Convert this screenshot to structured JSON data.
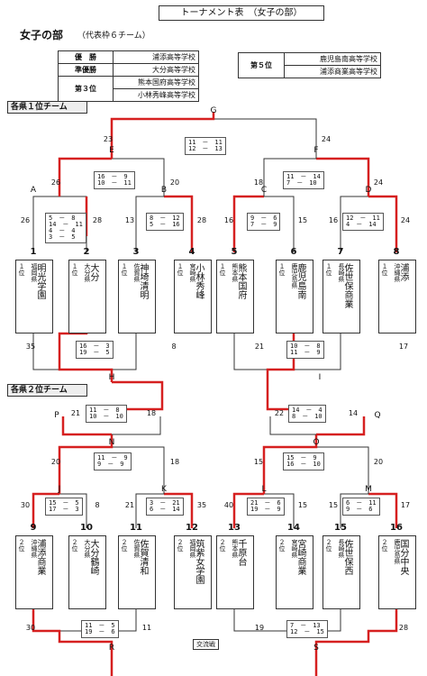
{
  "header": {
    "title": "トーナメント表　（女子の部）",
    "subtitle": "女子の部",
    "subtitle2": "（代表枠６チーム）"
  },
  "results": {
    "winner_label": "優　勝",
    "winner": "浦添高等学校",
    "runnerup_label": "準優勝",
    "runnerup": "大分高等学校",
    "third_label": "第３位",
    "third_1": "熊本国府高等学校",
    "third_2": "小林秀峰高等学校",
    "fifth_label": "第５位",
    "fifth_1": "鹿児島南高等学校",
    "fifth_2": "浦添商業高等学校"
  },
  "sections": {
    "first": "各県１位チーム",
    "second": "各県２位チーム",
    "exchange": "交流戦"
  },
  "top": {
    "nodes": {
      "G": "G",
      "E": "E",
      "F": "F",
      "A": "A",
      "B": "B",
      "C": "C",
      "D": "D",
      "H": "H",
      "I": "I"
    },
    "G_left": "23",
    "G_right": "24",
    "G_score": "11　－　11\n12　－　13",
    "E_left": "26",
    "E_right": "20",
    "E_score": "16　－　9\n10　－　11",
    "F_left": "18",
    "F_right": "24",
    "F_score": "11　－　14\n7　－　10",
    "A_left": "26",
    "A_right": "28",
    "A_score": "5　－　8\n14　－　11\n4　－　4\n3　－　5",
    "B_left": "13",
    "B_right": "28",
    "B_score": "8　－　12\n5　－　16",
    "C_left": "16",
    "C_right": "15",
    "C_score": "9　－　6\n7　－　9",
    "D_left": "16",
    "D_right": "24",
    "D_score": "12　－　11\n4　－　14",
    "H_left": "35",
    "H_right": "8",
    "H_score": "16　－　3\n19　－　5",
    "I_left": "21",
    "I_right": "17",
    "I_score": "10　－　8\n11　－　9",
    "teams": [
      {
        "num": "1",
        "pref": "福岡県\n\n１位",
        "school": "明光学園"
      },
      {
        "num": "2",
        "pref": "大分県\n\n１位",
        "school": "大分"
      },
      {
        "num": "3",
        "pref": "佐賀県\n\n１位",
        "school": "神埼清明"
      },
      {
        "num": "4",
        "pref": "宮崎県\n\n１位",
        "school": "小林秀峰"
      },
      {
        "num": "5",
        "pref": "熊本県\n\n１位",
        "school": "熊本国府"
      },
      {
        "num": "6",
        "pref": "鹿児島県\n\n１位",
        "school": "鹿児島南"
      },
      {
        "num": "7",
        "pref": "長崎県\n\n１位",
        "school": "佐世保商業"
      },
      {
        "num": "8",
        "pref": "沖縄県\n\n１位",
        "school": "浦添"
      }
    ]
  },
  "bottom": {
    "nodes": {
      "P": "P",
      "Q": "Q",
      "N": "N",
      "O": "O",
      "J": "J",
      "K": "K",
      "L": "L",
      "M": "M",
      "R": "R",
      "S": "S"
    },
    "P_left": "21",
    "P_right": "18",
    "P_score": "11　－　8\n10　－　10",
    "Q_left": "22",
    "Q_right": "14",
    "Q_score": "14　－　4\n8　－　10",
    "N_left": "20",
    "N_right": "18",
    "N_score": "11　－　9\n9　－　9",
    "O_left": "15",
    "O_right": "20",
    "O_score": "15　－　9\n16　－　10",
    "J_left": "30",
    "J_right": "8",
    "J_score": "15　－　5\n17　－　3",
    "K_left": "21",
    "K_right": "35",
    "K_score": "3　－　21\n6　－　14",
    "L_left": "40",
    "L_right": "15",
    "L_score": "21　－　6\n19　－　9",
    "M_left": "15",
    "M_right": "17",
    "M_score": "6　－　11\n9　－　6",
    "R_left": "30",
    "R_right": "11",
    "R_score": "11　－　5\n19　－　6",
    "S_left": "19",
    "S_right": "28",
    "S_score": "7　－　13\n12　－　15",
    "teams": [
      {
        "num": "9",
        "pref": "沖縄県\n\n２位",
        "school": "浦添商業"
      },
      {
        "num": "10",
        "pref": "大分県\n\n２位",
        "school": "大分鶴崎"
      },
      {
        "num": "11",
        "pref": "佐賀県\n\n２位",
        "school": "佐賀清和"
      },
      {
        "num": "12",
        "pref": "福岡県\n\n２位",
        "school": "筑紫女学園"
      },
      {
        "num": "13",
        "pref": "熊本県\n\n２位",
        "school": "千原台"
      },
      {
        "num": "14",
        "pref": "宮崎県\n\n２位",
        "school": "宮崎商業"
      },
      {
        "num": "15",
        "pref": "長崎県\n\n２位",
        "school": "佐世保西"
      },
      {
        "num": "16",
        "pref": "鹿児島県\n\n２位",
        "school": "国分中央"
      }
    ]
  },
  "colors": {
    "win_line": "#d62020",
    "line": "#333333"
  }
}
